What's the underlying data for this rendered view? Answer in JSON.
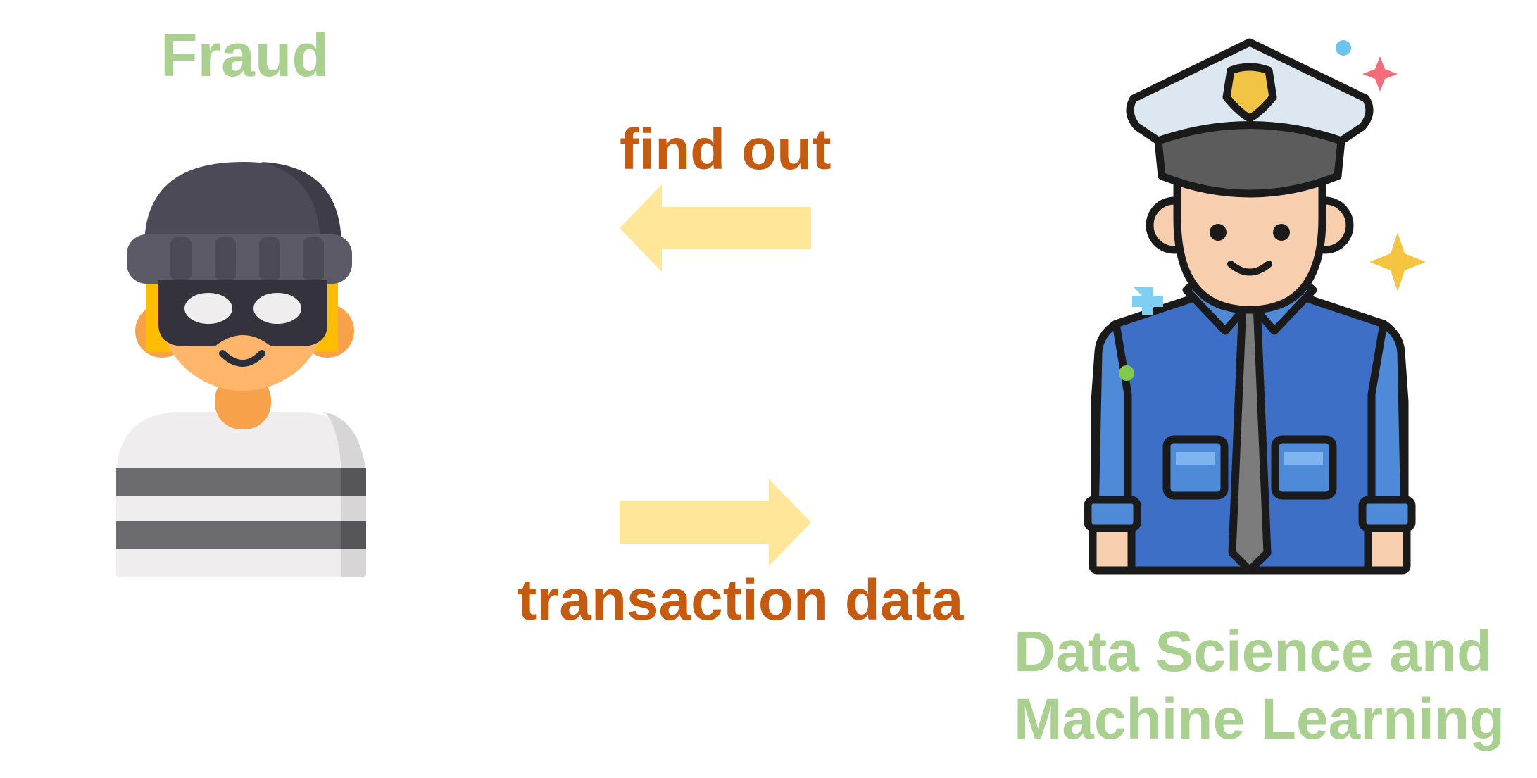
{
  "fraud_title": "Fraud",
  "arrow_top_label": "find out",
  "arrow_bottom_label": "transaction data",
  "ds_title_line1": "Data Science and",
  "ds_title_line2": "Machine Learning",
  "icons": [
    "thief-icon",
    "police-officer-icon",
    "arrow-left-icon",
    "arrow-right-icon"
  ],
  "colors": {
    "title_green": "#a9d08e",
    "label_orange": "#c55a11",
    "arrow_yellow": "#ffe699"
  }
}
